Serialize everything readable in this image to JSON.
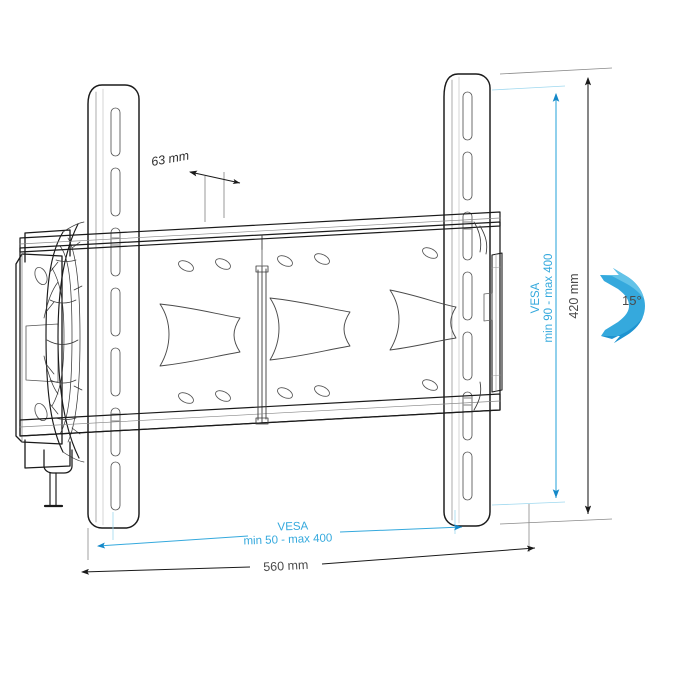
{
  "drawing": {
    "title": "TV Wall Mount Technical Dimension Drawing",
    "background_color": "#ffffff",
    "line_color": "#1a1a1a",
    "thin_line_color": "#6b6b6b",
    "accent_color": "#35a9dd",
    "dim_text_color": "#4a4a4a"
  },
  "dimensions": {
    "depth": {
      "label": "63 mm",
      "orientation": "horizontal",
      "color": "#2b2b2b"
    },
    "width_total": {
      "label": "560 mm",
      "orientation": "horizontal",
      "color": "#4a4a4a"
    },
    "height_total": {
      "label": "420 mm",
      "orientation": "vertical",
      "color": "#4a4a4a"
    },
    "vesa_horizontal": {
      "title": "VESA",
      "range": "min 50 - max 400",
      "orientation": "horizontal",
      "color": "#35a9dd"
    },
    "vesa_vertical": {
      "title": "VESA",
      "range": "min 90 - max 400",
      "orientation": "vertical",
      "color": "#35a9dd"
    },
    "tilt": {
      "label": "15°",
      "icon": "curved-tilt-arrow",
      "color": "#35a9dd"
    }
  }
}
